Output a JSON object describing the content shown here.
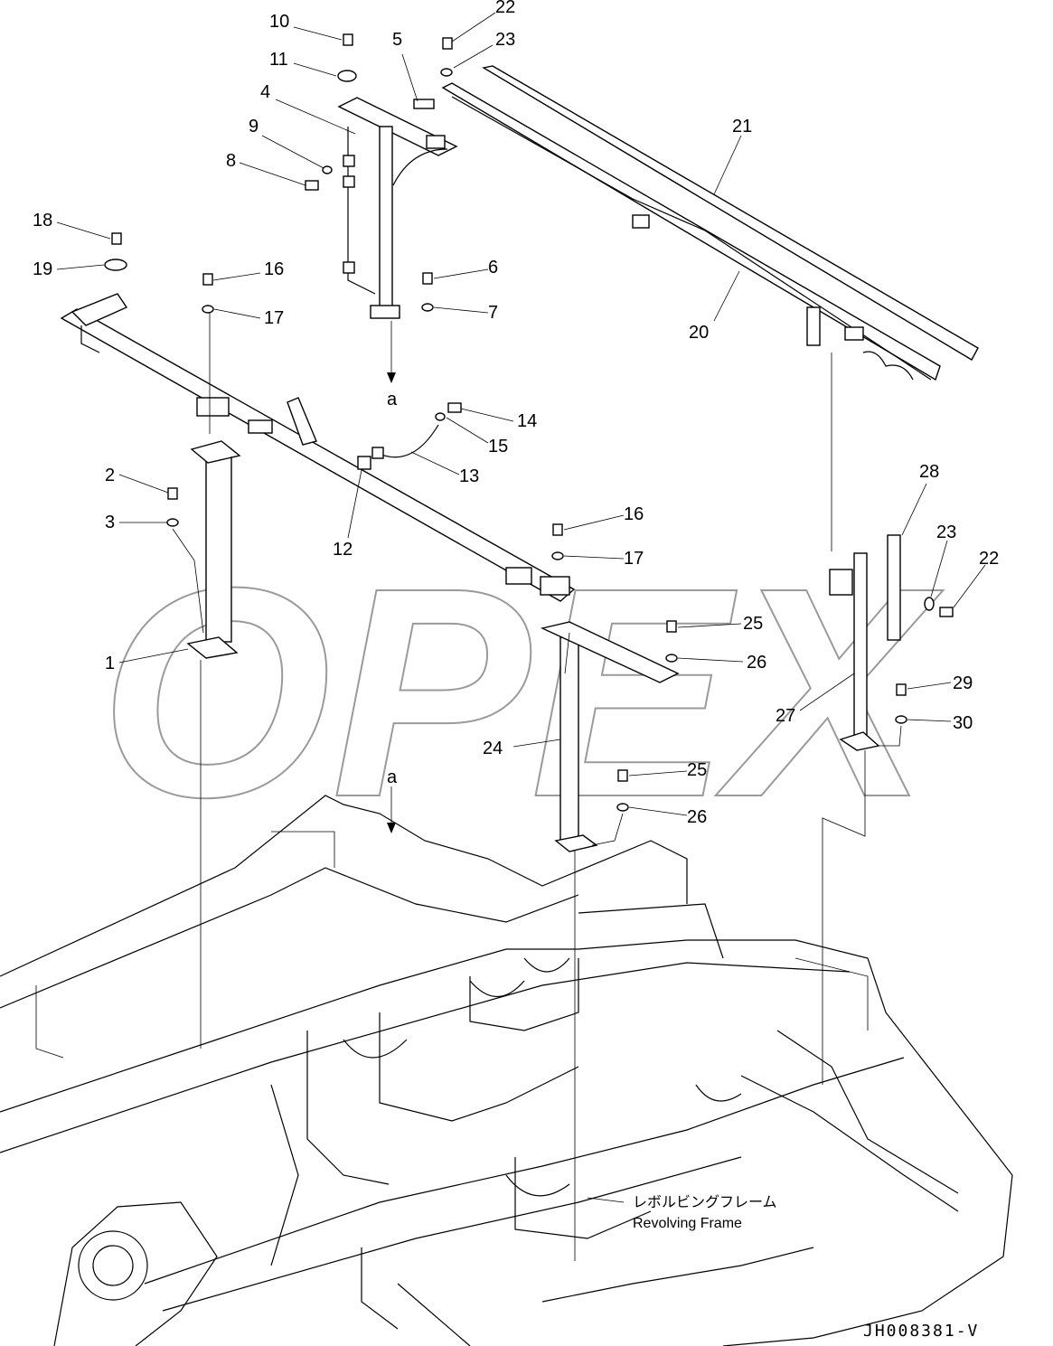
{
  "watermark": "OPEX",
  "callouts": [
    {
      "id": "c10",
      "text": "10"
    },
    {
      "id": "c22a",
      "text": "22"
    },
    {
      "id": "c5",
      "text": "5"
    },
    {
      "id": "c23a",
      "text": "23"
    },
    {
      "id": "c11",
      "text": "11"
    },
    {
      "id": "c4",
      "text": "4"
    },
    {
      "id": "c21",
      "text": "21"
    },
    {
      "id": "c9",
      "text": "9"
    },
    {
      "id": "c8",
      "text": "8"
    },
    {
      "id": "c18",
      "text": "18"
    },
    {
      "id": "c19",
      "text": "19"
    },
    {
      "id": "c16a",
      "text": "16"
    },
    {
      "id": "c6",
      "text": "6"
    },
    {
      "id": "c17a",
      "text": "17"
    },
    {
      "id": "c7",
      "text": "7"
    },
    {
      "id": "c20",
      "text": "20"
    },
    {
      "id": "c14",
      "text": "14"
    },
    {
      "id": "c15",
      "text": "15"
    },
    {
      "id": "c13",
      "text": "13"
    },
    {
      "id": "c2",
      "text": "2"
    },
    {
      "id": "c3",
      "text": "3"
    },
    {
      "id": "c12",
      "text": "12"
    },
    {
      "id": "c16b",
      "text": "16"
    },
    {
      "id": "c17b",
      "text": "17"
    },
    {
      "id": "c28",
      "text": "28"
    },
    {
      "id": "c23b",
      "text": "23"
    },
    {
      "id": "c22b",
      "text": "22"
    },
    {
      "id": "c25a",
      "text": "25"
    },
    {
      "id": "c26a",
      "text": "26"
    },
    {
      "id": "c1",
      "text": "1"
    },
    {
      "id": "c29",
      "text": "29"
    },
    {
      "id": "c30",
      "text": "30"
    },
    {
      "id": "c27",
      "text": "27"
    },
    {
      "id": "c24",
      "text": "24"
    },
    {
      "id": "c25b",
      "text": "25"
    },
    {
      "id": "c26b",
      "text": "26"
    }
  ],
  "view_marker_1": "a",
  "view_marker_2": "a",
  "frame_label_jp": "レボルビングフレーム",
  "frame_label_en": "Revolving Frame",
  "drawing_code": "JH008381-V"
}
